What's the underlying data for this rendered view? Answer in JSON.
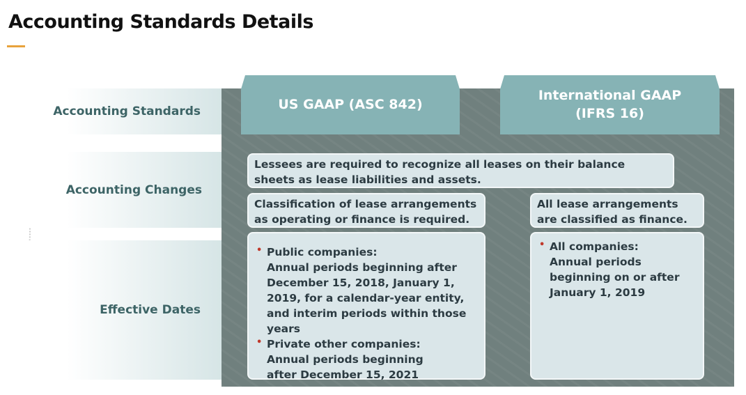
{
  "title": "Accounting Standards Details",
  "rows": [
    "Accounting Standards",
    "Accounting Changes",
    "Effective Dates"
  ],
  "columns": [
    "US GAAP (ASC 842)",
    "International GAAP (IFRS 16)"
  ],
  "changes": {
    "shared": "Lessees are required to recognize all leases on their balance sheets as lease liabilities and assets.",
    "us": "Classification of lease arrangements as operating or finance is required.",
    "intl": "All lease arrangements are classified as finance."
  },
  "dates": {
    "us": [
      {
        "head": "Public companies:",
        "body": "Annual periods beginning after December 15, 2018, January 1, 2019, for a calendar-year entity, and interim periods within those years"
      },
      {
        "head": "Private other companies:",
        "body": "Annual periods beginning after December 15, 2021"
      }
    ],
    "intl": [
      {
        "head": "All companies:",
        "body": "Annual periods beginning on or after January 1, 2019"
      }
    ]
  },
  "colors": {
    "accent": "#e8a23c",
    "tab": "#86b3b5",
    "panel": "#70807e",
    "bullet": "#c0392b"
  }
}
